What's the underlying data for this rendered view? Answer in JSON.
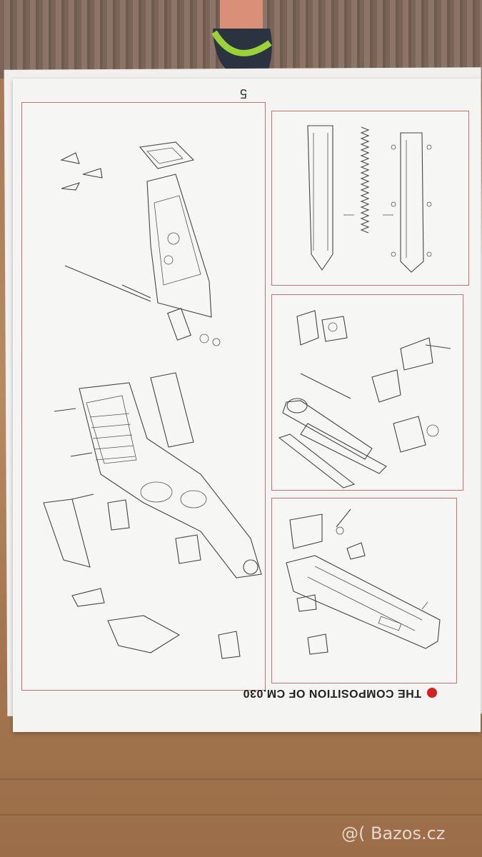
{
  "page": {
    "page_number": "5",
    "caption": "THE COMPOSITION OF CM.030",
    "watermark": "@( Bazos.cz"
  },
  "colors": {
    "frame_border": "#c9716a",
    "caption_dot": "#d32020"
  }
}
